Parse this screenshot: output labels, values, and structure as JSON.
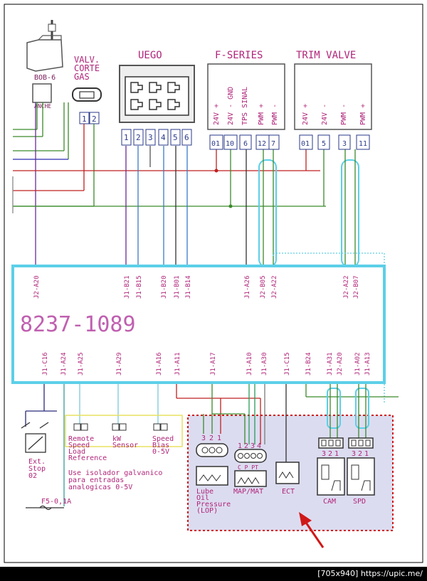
{
  "coil": {
    "label": "BOB-6",
    "bottom_label": "ANCHE"
  },
  "valve": {
    "lines": [
      "VALV.",
      "CORTE",
      "GAS"
    ],
    "pins": [
      "1",
      "2"
    ]
  },
  "uego": {
    "title": "UEGO",
    "pins": [
      "1",
      "2",
      "3",
      "4",
      "5",
      "6"
    ]
  },
  "fseries": {
    "title": "F-SERIES",
    "signals": [
      "24V +",
      "24V - GND",
      "TPS SINAL",
      "PWM +",
      "PWM -"
    ],
    "pins": [
      "01",
      "10",
      "6",
      "12",
      "7"
    ]
  },
  "trim": {
    "title": "TRIM VALVE",
    "signals": [
      "24V +",
      "24V -",
      "PWM -",
      "PWM +"
    ],
    "pins": [
      "01",
      "5",
      "3",
      "11"
    ]
  },
  "ecu": {
    "label": "8237-1089",
    "top_pins": [
      "J2-A20",
      "J1-B21",
      "J1-B15",
      "J1-B20",
      "J1-B01",
      "J1-B14",
      "J1-A26",
      "J2-B05",
      "J2-A22",
      "J2-A22",
      "J2-B07"
    ],
    "bottom_pins": [
      "J1-C16",
      "J1-A24",
      "J1-A25",
      "J1-A29",
      "J1-A16",
      "J1-A11",
      "J1-A17",
      "J1-A10",
      "J1-A30",
      "J1-C15",
      "J1-B24",
      "J1-A31",
      "J2-A20",
      "J1-A02",
      "J1-A13"
    ]
  },
  "inputs": [
    {
      "lines": [
        "Remote",
        "Speed",
        "Load",
        "Reference"
      ]
    },
    {
      "lines": [
        "kW",
        "Sensor"
      ]
    },
    {
      "lines": [
        "Speed",
        "Bias",
        "0-5V"
      ]
    }
  ],
  "input_note": [
    "Use isolador galvanico",
    "para entradas",
    "analogicas 0-5V"
  ],
  "ext_stop": [
    "Ext.",
    "Stop",
    "02"
  ],
  "fuse": "F5-0,1A",
  "sensors": {
    "lop": {
      "pins": [
        "3",
        "2",
        "1"
      ],
      "lines": [
        "Lube",
        "Oil",
        "Pressure",
        "(LOP)"
      ]
    },
    "map": {
      "pins": [
        "1",
        "2",
        "3",
        "4"
      ],
      "sub": "C  P  PT",
      "label": "MAP/MAT"
    },
    "ect": {
      "label": "ECT"
    },
    "cam": {
      "pins": [
        "3",
        "2",
        "1"
      ],
      "label": "CAM"
    },
    "spd": {
      "pins": [
        "3",
        "2",
        "1"
      ],
      "label": "SPD"
    }
  },
  "footer": "[705x940] https://upic.me/",
  "colors": {
    "label": "#b0257a",
    "ecu_border": "#5ccfe8",
    "highlight": "#d01818",
    "region": "#dcdcf0"
  }
}
